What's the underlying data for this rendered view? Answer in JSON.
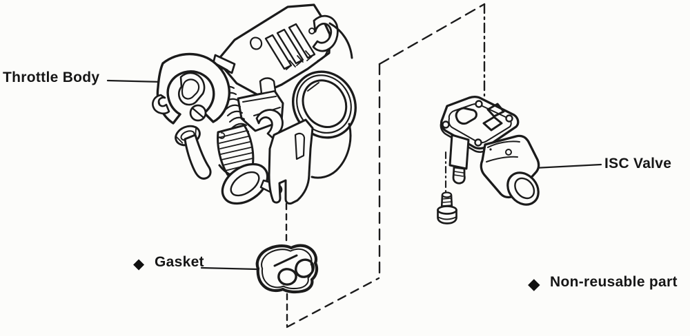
{
  "page": {
    "background_color": "#fcfcfa",
    "ink_color": "#1b1b1b"
  },
  "labels": {
    "throttle_body": "Throttle Body",
    "isc_valve": "ISC Valve",
    "gasket": "Gasket",
    "non_reusable_note": "Non-reusable part"
  },
  "symbols": {
    "non_reusable_marker": "◆"
  }
}
